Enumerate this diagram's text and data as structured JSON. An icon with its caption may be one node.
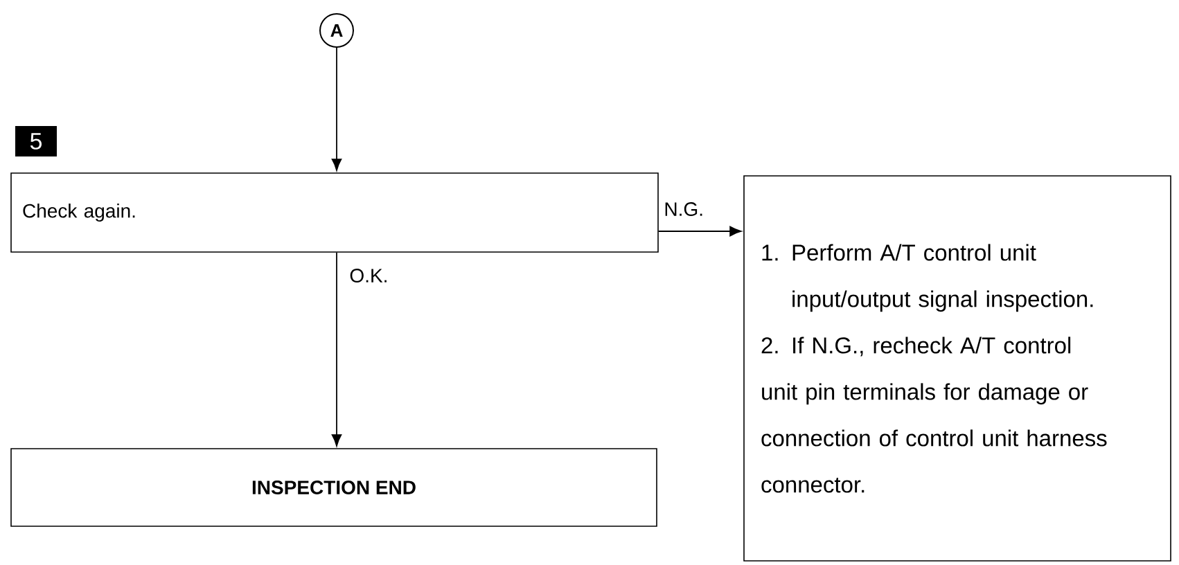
{
  "diagram": {
    "nodes": [
      {
        "text": [
          "A"
        ]
      },
      {
        "text": [
          "5"
        ]
      },
      {
        "text": [
          "Check again."
        ]
      },
      {
        "text": [
          "1. Perform A/T control unit input/output signal inspection.",
          "2. If N.G., recheck A/T control unit pin terminals for damage or connection of control unit harness connector."
        ]
      },
      {
        "text": [
          "INSPECTION END"
        ]
      }
    ],
    "edges": [
      {
        "from": 0,
        "to": 2,
        "arrow": "to"
      },
      {
        "from": 2,
        "to": 3,
        "arrow": "to",
        "label": "N.G."
      },
      {
        "from": 2,
        "to": 4,
        "arrow": "to",
        "label": "O.K."
      }
    ]
  }
}
